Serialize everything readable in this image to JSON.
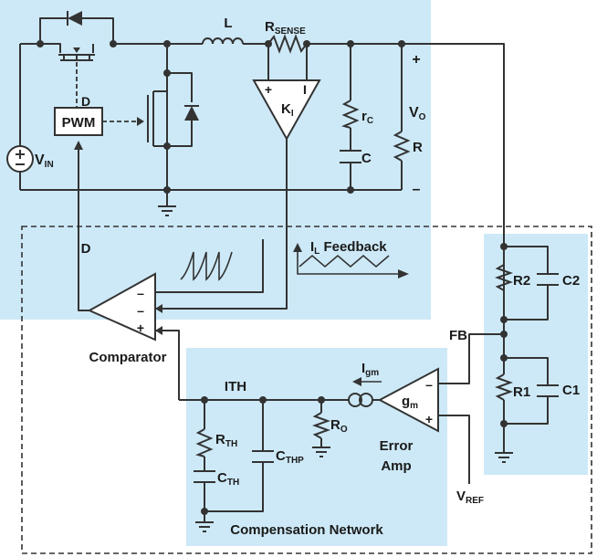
{
  "labels": {
    "L": "L",
    "r_sense_main": "R",
    "r_sense_sub": "SENSE",
    "ki_main": "K",
    "ki_sub": "I",
    "ki_plus": "+",
    "ki_minus": "I",
    "rc_main": "r",
    "rc_sub": "C",
    "c": "C",
    "vo_main": "V",
    "vo_sub": "O",
    "r": "R",
    "plus": "+",
    "minus": "–",
    "vin_main": "V",
    "vin_sub": "IN",
    "d_gate": "D",
    "pwm": "PWM",
    "d_duty": "D",
    "il_main": "I",
    "il_sub": "L",
    "il_rest": " Feedback",
    "comp_minus1": "–",
    "comp_minus2": "–",
    "comp_plus": "+",
    "comparator": "Comparator",
    "ith": "ITH",
    "igm_main": "I",
    "igm_sub": "gm",
    "gm_main": "g",
    "gm_sub": "m",
    "ea_minus": "–",
    "ea_plus": "+",
    "fb": "FB",
    "r2": "R2",
    "c2": "C2",
    "r1": "R1",
    "c1": "C1",
    "rth_main": "R",
    "rth_sub": "TH",
    "cth_main": "C",
    "cth_sub": "TH",
    "cthp_main": "C",
    "cthp_sub": "THP",
    "ro_main": "R",
    "ro_sub": "O",
    "error": "Error",
    "amp": "Amp",
    "vref_main": "V",
    "vref_sub": "REF",
    "comp_network": "Compensation Network"
  },
  "colors": {
    "panel": "#cde9f7",
    "wire": "#333333",
    "text": "#1a1a1a"
  }
}
